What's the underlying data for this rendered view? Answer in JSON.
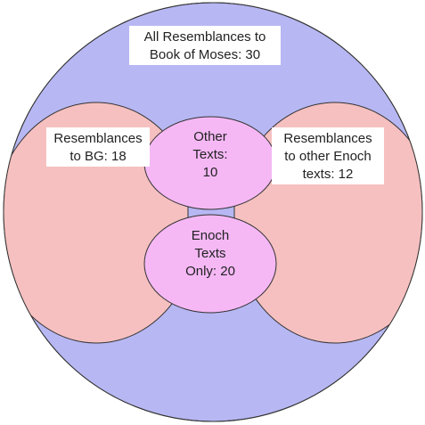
{
  "diagram": {
    "colors": {
      "outer_fill": "#b7b7f3",
      "side_fill": "#f6c0c0",
      "center_fill": "#f5b8f5",
      "connector_fill": "#b7b7f3",
      "stroke": "#333333",
      "label_bg": "#ffffff",
      "text": "#222222"
    },
    "labels": {
      "all": {
        "line1": "All Resemblances to",
        "line2": "Book of Moses: 30"
      },
      "bg": {
        "line1": "Resemblances",
        "line2": "to BG: 18"
      },
      "other_enoch": {
        "line1": "Resemblances",
        "line2": "to other Enoch",
        "line3": "texts: 12"
      },
      "other_texts": {
        "line1": "Other",
        "line2": "Texts:",
        "line3": "10"
      },
      "enoch_only": {
        "line1": "Enoch",
        "line2": "Texts",
        "line3": "Only: 20"
      }
    }
  }
}
